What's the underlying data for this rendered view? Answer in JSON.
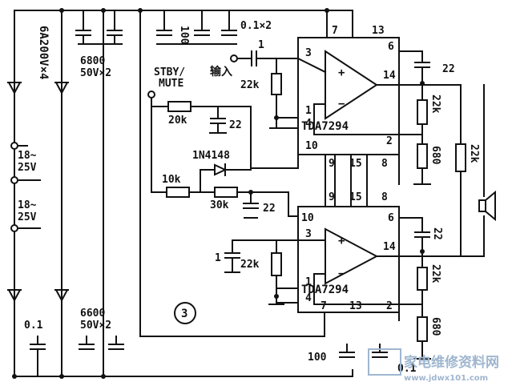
{
  "labels": {
    "diodes_top": "6A200V×4",
    "cap_top_left": "6800",
    "cap_top_left_rating": "50V×2",
    "cap_100_top": "100",
    "cap_0_1x2": "0.1×2",
    "ac1_a": "18~",
    "ac1_b": "25V",
    "ac2_a": "18~",
    "ac2_b": "25V",
    "stby": "STBY/",
    "mute": "MUTE",
    "input": "输入",
    "cap_1_in": "1",
    "r22k_in_top": "22k",
    "r20k": "20k",
    "c22_mute": "22",
    "diode_1n4148": "1N4148",
    "r10k": "10k",
    "r30k": "30k",
    "c22_mid": "22",
    "c1_bottom": "1",
    "r22k_in_bottom": "22k",
    "circle_num": "3",
    "cap_0_1_bottom": "0.1",
    "cap_bottom_left": "6600",
    "cap_bottom_left_rating": "50V×2",
    "cap_100_bottom": "100",
    "cap_0_1_bottom_right": "0.1",
    "c22_out_top": "22",
    "r22k_fb_top": "22k",
    "r680_top": "680",
    "r22k_right": "22k",
    "c22_out_bottom": "22",
    "r22k_fb_bottom": "22k",
    "r680_bottom": "680",
    "watermark_cn": "家电维修资料网",
    "watermark_url": "www.jdwx101.com"
  },
  "ic_top": {
    "name": "TDA7294",
    "pins": {
      "p7": "7",
      "p13": "13",
      "p6": "6",
      "p3": "3",
      "p14": "14",
      "p1": "1",
      "p4": "4",
      "p10": "10",
      "p2": "2",
      "p9": "9",
      "p15": "15",
      "p8": "8"
    }
  },
  "ic_bottom": {
    "name": "TDA7294",
    "pins": {
      "p9": "9",
      "p15": "15",
      "p8": "8",
      "p10": "10",
      "p6": "6",
      "p3": "3",
      "p14": "14",
      "p1": "1",
      "p4": "4",
      "p7": "7",
      "p13": "13",
      "p2": "2"
    }
  },
  "opamp_signs": {
    "plus": "+",
    "minus": "−"
  }
}
